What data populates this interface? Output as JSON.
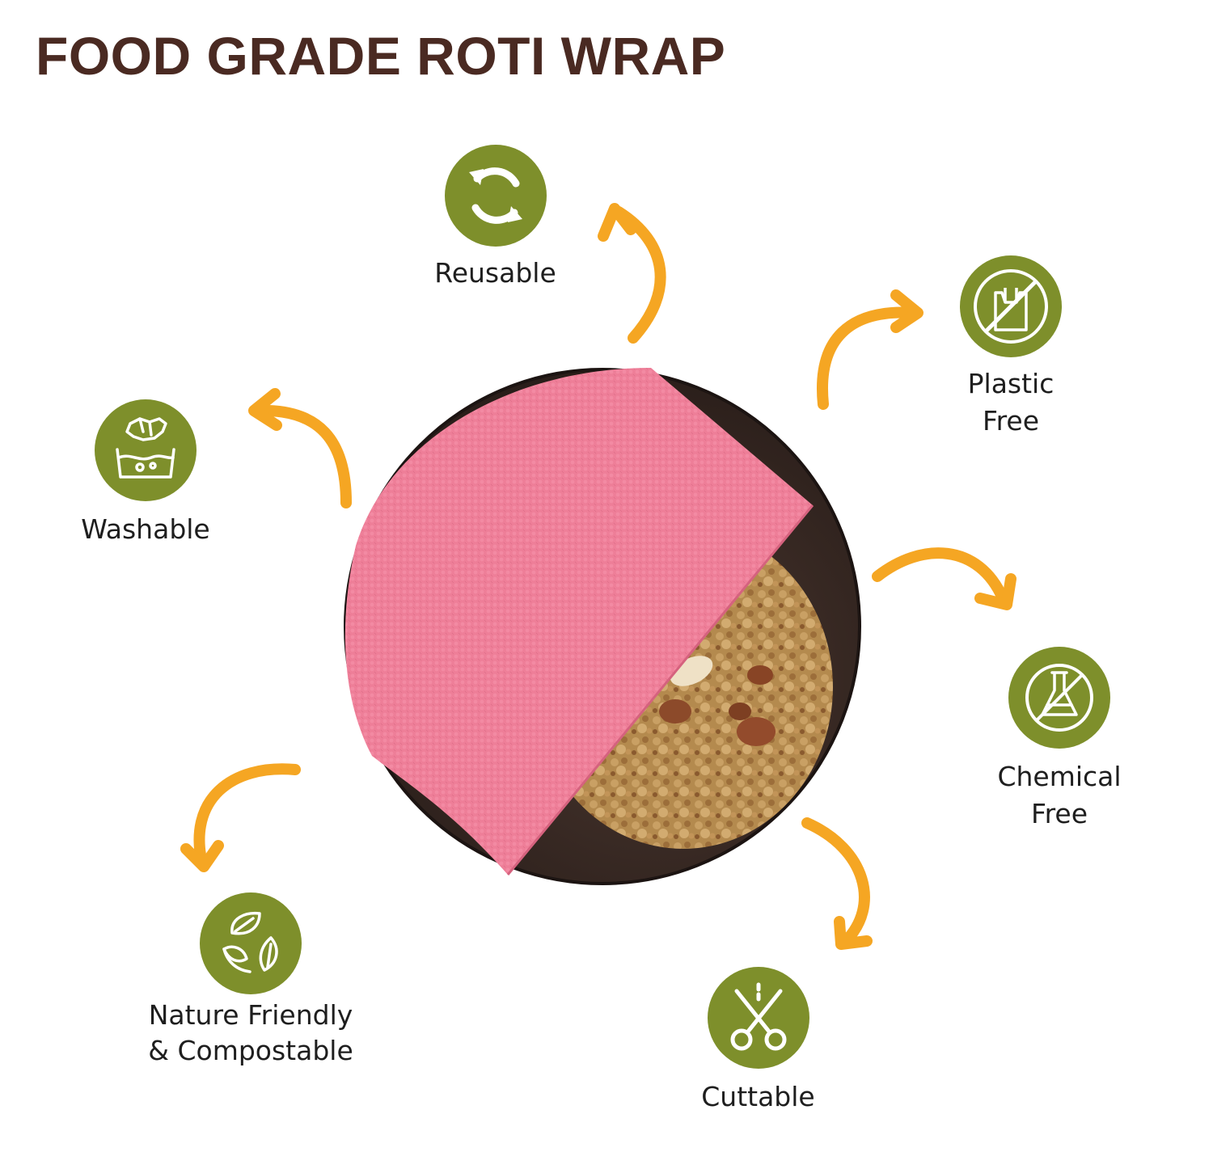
{
  "title": "FOOD GRADE ROTI WRAP",
  "colors": {
    "title": "#4a2a22",
    "badge": "#7e8f2b",
    "arrow": "#f5a623",
    "wrap": "#ee7e98",
    "bowl": "#3a2a24",
    "granola": "#b58a4d"
  },
  "features": {
    "reusable": {
      "icon": "recycle-arrows-icon",
      "lines": [
        "Reusable"
      ]
    },
    "plastic": {
      "icon": "no-plastic-bag-icon",
      "lines": [
        "Plastic",
        "Free"
      ]
    },
    "washable": {
      "icon": "hand-wash-icon",
      "lines": [
        "Washable"
      ]
    },
    "chemical": {
      "icon": "no-chemical-flask-icon",
      "lines": [
        "Chemical",
        "Free"
      ]
    },
    "nature": {
      "icon": "leaf-cycle-icon",
      "lines": [
        "Nature Friendly",
        "& Compostable"
      ]
    },
    "cuttable": {
      "icon": "scissors-icon",
      "lines": [
        "Cuttable"
      ]
    }
  }
}
